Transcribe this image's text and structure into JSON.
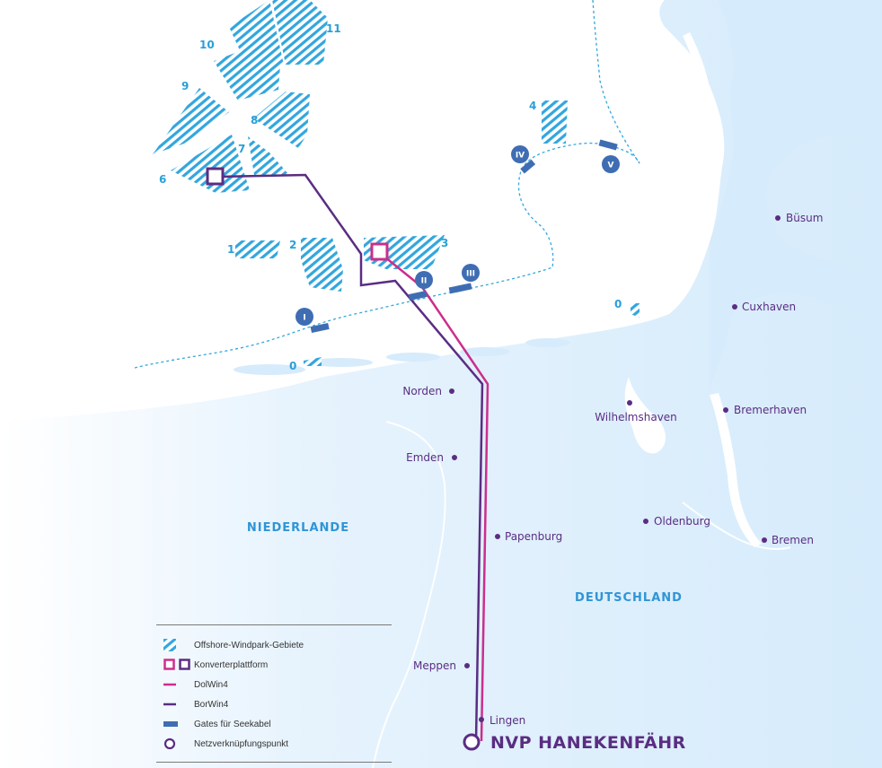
{
  "colors": {
    "sea": "#ffffff",
    "land": "#dbeefc",
    "water_inland": "#bfe0f7",
    "windpark": "#33a6dd",
    "dolwin4": "#cc2e8c",
    "borwin4": "#5a2d82",
    "gate": "#3f6db3",
    "border_line": "#ffffff"
  },
  "countries": {
    "netherlands": "NIEDERLANDE",
    "germany": "DEUTSCHLAND"
  },
  "towns": [
    {
      "id": "busum",
      "name": "Büsum"
    },
    {
      "id": "cuxhaven",
      "name": "Cuxhaven"
    },
    {
      "id": "norden",
      "name": "Norden"
    },
    {
      "id": "emden",
      "name": "Emden"
    },
    {
      "id": "wilhelmshaven",
      "name": "Wilhelmshaven"
    },
    {
      "id": "bremerhaven",
      "name": "Bremerhaven"
    },
    {
      "id": "papenburg",
      "name": "Papenburg"
    },
    {
      "id": "oldenburg",
      "name": "Oldenburg"
    },
    {
      "id": "bremen",
      "name": "Bremen"
    },
    {
      "id": "meppen",
      "name": "Meppen"
    },
    {
      "id": "lingen",
      "name": "Lingen"
    }
  ],
  "zones": [
    "0",
    "0",
    "1",
    "2",
    "3",
    "4",
    "6",
    "7",
    "8",
    "9",
    "10",
    "11"
  ],
  "gates": [
    "I",
    "II",
    "III",
    "IV",
    "V"
  ],
  "nvp": {
    "label": "NVP HANEKENFÄHR"
  },
  "legend": {
    "windpark": "Offshore-Windpark-Gebiete",
    "converter": "Konverterplattform",
    "dolwin4": "DolWin4",
    "borwin4": "BorWin4",
    "gates": "Gates für Seekabel",
    "grid_point": "Netzverknüpfungspunkt"
  }
}
